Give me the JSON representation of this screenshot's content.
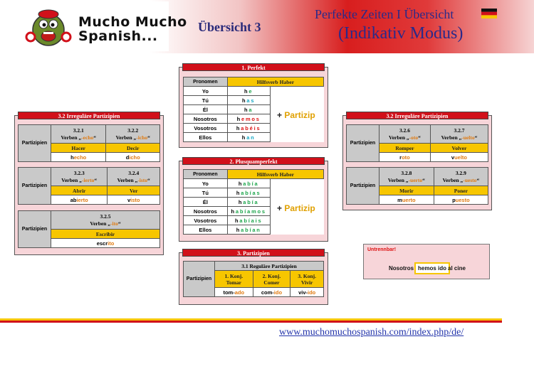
{
  "header": {
    "logo_line1": "Mucho Mucho",
    "logo_line2": "Spanish...",
    "overview": "Übersicht 3",
    "title_line1": "Perfekte Zeiten I Übersicht",
    "title_line2": "(Indikativ Modus)"
  },
  "perfekt": {
    "title": "1.  Perfekt",
    "col_pronoun": "Pronomen",
    "col_aux": "Hilfsverb Haber",
    "rows": [
      {
        "pronoun": "Yo",
        "stem": "h",
        "ending": "e"
      },
      {
        "pronoun": "Tú",
        "stem": "h",
        "ending": "as"
      },
      {
        "pronoun": "Él",
        "stem": "h",
        "ending": "a"
      },
      {
        "pronoun": "Nosotros",
        "stem": "h",
        "ending": "emos"
      },
      {
        "pronoun": "Vosotros",
        "stem": "h",
        "ending": "abéis"
      },
      {
        "pronoun": "Ellos",
        "stem": "h",
        "ending": "an"
      }
    ],
    "plus": "+",
    "partizip": "Partizip"
  },
  "plusquam": {
    "title": "2.  Plusquamperfekt",
    "col_pronoun": "Pronomen",
    "col_aux": "Hilfsverb Haber",
    "rows": [
      {
        "pronoun": "Yo",
        "stem": "h",
        "ending": "abía"
      },
      {
        "pronoun": "Tú",
        "stem": "h",
        "ending": "abías"
      },
      {
        "pronoun": "Él",
        "stem": "h",
        "ending": "abía"
      },
      {
        "pronoun": "Nosotros",
        "stem": "h",
        "ending": "abíamos"
      },
      {
        "pronoun": "Vosotros",
        "stem": "h",
        "ending": "abíais"
      },
      {
        "pronoun": "Ellos",
        "stem": "h",
        "ending": "abían"
      }
    ],
    "plus": "+",
    "partizip": "Partizip"
  },
  "partizipien": {
    "title": "3.  Partizipien",
    "side": "Partizipien",
    "regular": "3.1  Reguläre Partizipien",
    "cols": [
      {
        "head": "1. Konj.\nTomar",
        "stem": "tom-",
        "ending": "ado"
      },
      {
        "head": "2. Konj.\nComer",
        "stem": "com-",
        "ending": "ido"
      },
      {
        "head": "3. Konj.\nVivir",
        "stem": "viv-",
        "ending": "ido"
      }
    ]
  },
  "irr_left": {
    "title": "3.2  Irreguläre Partizipien",
    "side": "Partizipien",
    "groups": [
      {
        "items": [
          {
            "num": "3.2.1",
            "verben": "Verben „",
            "suffix": "-echo",
            "close": "“",
            "verb": "Hacer",
            "p1": "h",
            "p2": "echo"
          },
          {
            "num": "3.2.2",
            "verben": "Verben „",
            "suffix": "-icho",
            "close": "“",
            "verb": "Decir",
            "p1": "d",
            "p2": "icho"
          }
        ]
      },
      {
        "items": [
          {
            "num": "3.2.3",
            "verben": "Verben „",
            "suffix": "-ierto",
            "close": "“",
            "verb": "Abrir",
            "p1": "ab",
            "p2": "ierto"
          },
          {
            "num": "3.2.4",
            "verben": "Verben „",
            "suffix": "-isto",
            "close": "“",
            "verb": "Ver",
            "p1": "v",
            "p2": "isto"
          }
        ]
      },
      {
        "items": [
          {
            "num": "3.2.5",
            "verben": "Verben „",
            "suffix": "-ito",
            "close": "“",
            "verb": "Escribir",
            "p1": "escr",
            "p2": "ito"
          }
        ]
      }
    ]
  },
  "irr_right": {
    "title": "3.2  Irreguläre Partizipien",
    "side": "Partizipien",
    "groups": [
      {
        "items": [
          {
            "num": "3.2.6",
            "verben": "Verben „",
            "suffix": "-oto",
            "close": "“",
            "verb": "Romper",
            "p1": "r",
            "p2": "oto"
          },
          {
            "num": "3.2.7",
            "verben": "Verben „",
            "suffix": "-uelto",
            "close": "“",
            "verb": "Volver",
            "p1": "v",
            "p2": "uelto"
          }
        ]
      },
      {
        "items": [
          {
            "num": "3.2.8",
            "verben": "Verben „",
            "suffix": "-uerto",
            "close": "“",
            "verb": "Morir",
            "p1": "m",
            "p2": "uerto"
          },
          {
            "num": "3.2.9",
            "verben": "Verben „",
            "suffix": "-uesto",
            "close": "“",
            "verb": "Poner",
            "p1": "p",
            "p2": "uesto"
          }
        ]
      }
    ]
  },
  "untrennbar": {
    "label": "Untrennbar!",
    "s1": "Nosotros",
    "s2": "hemos ido",
    "s3": "al cine"
  },
  "footer": {
    "link": "www.muchomuchospanish.com/index.php/de/"
  },
  "colors": {
    "red": "#d1101a",
    "gold": "#f7c600",
    "pink": "#f7d5d9",
    "green": "#1ca54b",
    "cyan": "#14a7c4",
    "orange": "#e07a10"
  }
}
